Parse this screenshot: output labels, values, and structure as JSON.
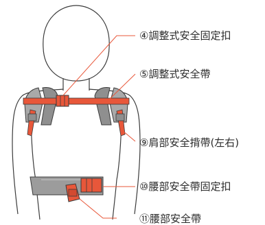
{
  "colors": {
    "accent": "#e8573a",
    "strap_gray": "#8f8f8f",
    "outline": "#3a3a3a",
    "leader": "#e8573a"
  },
  "callouts": [
    {
      "num": "④",
      "text": "調整式安全固定扣"
    },
    {
      "num": "⑤",
      "text": "調整式安全帶"
    },
    {
      "num": "⑨",
      "text": "肩部安全揹帶(左右)"
    },
    {
      "num": "⑩",
      "text": "腰部安全帶固定扣"
    },
    {
      "num": "⑪",
      "text": "腰部安全帶"
    }
  ]
}
